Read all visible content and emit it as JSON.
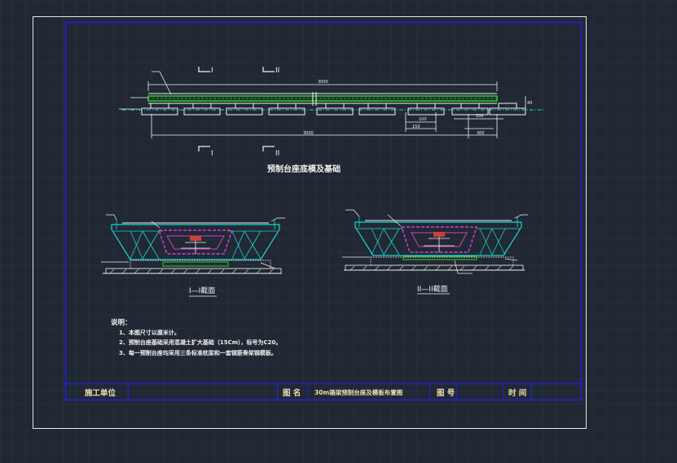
{
  "plan_view": {
    "title": "预制台座底模及基础",
    "section_mark_1": "I",
    "section_mark_2": "II",
    "dim_top": "3000",
    "dim_bottom": "3000",
    "dim_small_1": "100",
    "dim_small_2": "200",
    "dim_small_3": "150",
    "dim_small_4": "300",
    "dim_right": "40"
  },
  "section_1": {
    "title": "I—I截面"
  },
  "section_2": {
    "title": "II—II截面"
  },
  "notes": {
    "heading": "说明：",
    "items": [
      "1、本图尺寸以厘米计。",
      "2、预制台座基础采用混凝土扩大基础（15Cm），标号为C20。",
      "3、每一预制台座均采用三条标准枕梁和一套钢筋骨架钢模板。"
    ]
  },
  "title_block": {
    "unit_label": "施工单位",
    "name_label": "图 名",
    "drawing_name": "30m箱梁预制台座及模板布置图",
    "number_label": "图 号",
    "date_label": "时 间"
  },
  "colors": {
    "background": "#212833",
    "grid": "#2c3440",
    "frame_outer": "#e6e6e6",
    "frame_inner": "#2020e0",
    "structure": "#f2f2f2",
    "truss": "#19d6d0",
    "green": "#2ccf2c",
    "magenta": "#d23cd2",
    "red": "#cf3c3c",
    "text": "#f0f0f0",
    "yellow_title": "#e8e0b0"
  }
}
